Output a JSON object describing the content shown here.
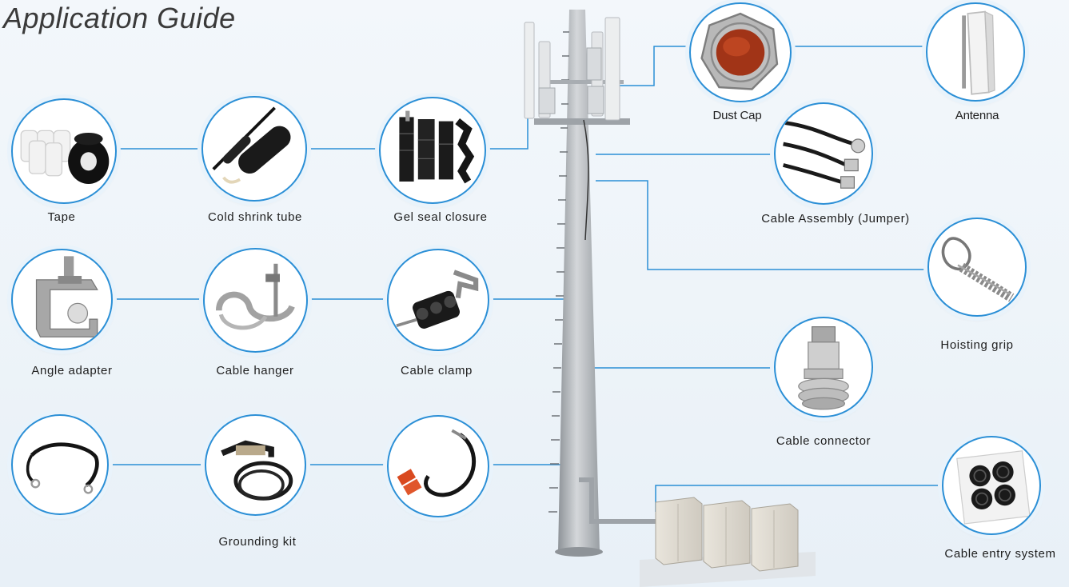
{
  "title": "Application Guide",
  "colors": {
    "accent": "#2b8fd6",
    "background": "#f0f5fa",
    "tower": "#b9bdc1",
    "connector_line": "#2b8fd6"
  },
  "products": {
    "tape": {
      "label": "Tape",
      "icon": "tape-rolls-icon"
    },
    "cold_shrink_tube": {
      "label": "Cold shrink tube",
      "icon": "cold-shrink-tube-icon"
    },
    "gel_seal_closure": {
      "label": "Gel seal closure",
      "icon": "gel-seal-closure-icon"
    },
    "angle_adapter": {
      "label": "Angle adapter",
      "icon": "angle-adapter-icon"
    },
    "cable_hanger": {
      "label": "Cable hanger",
      "icon": "cable-hanger-icon"
    },
    "cable_clamp": {
      "label": "Cable clamp",
      "icon": "cable-clamp-icon"
    },
    "grounding_kit": {
      "label": "Grounding kit",
      "icon": "grounding-cable-icon"
    },
    "dust_cap": {
      "label": "Dust Cap",
      "icon": "dust-cap-icon"
    },
    "antenna": {
      "label": "Antenna",
      "icon": "panel-antenna-icon"
    },
    "cable_assembly": {
      "label": "Cable Assembly (Jumper)",
      "icon": "jumper-cable-icon"
    },
    "hoisting_grip": {
      "label": "Hoisting grip",
      "icon": "hoisting-grip-icon"
    },
    "cable_connector": {
      "label": "Cable connector",
      "icon": "rf-connector-icon"
    },
    "cable_entry_system": {
      "label": "Cable entry system",
      "icon": "cable-entry-plate-icon"
    }
  }
}
